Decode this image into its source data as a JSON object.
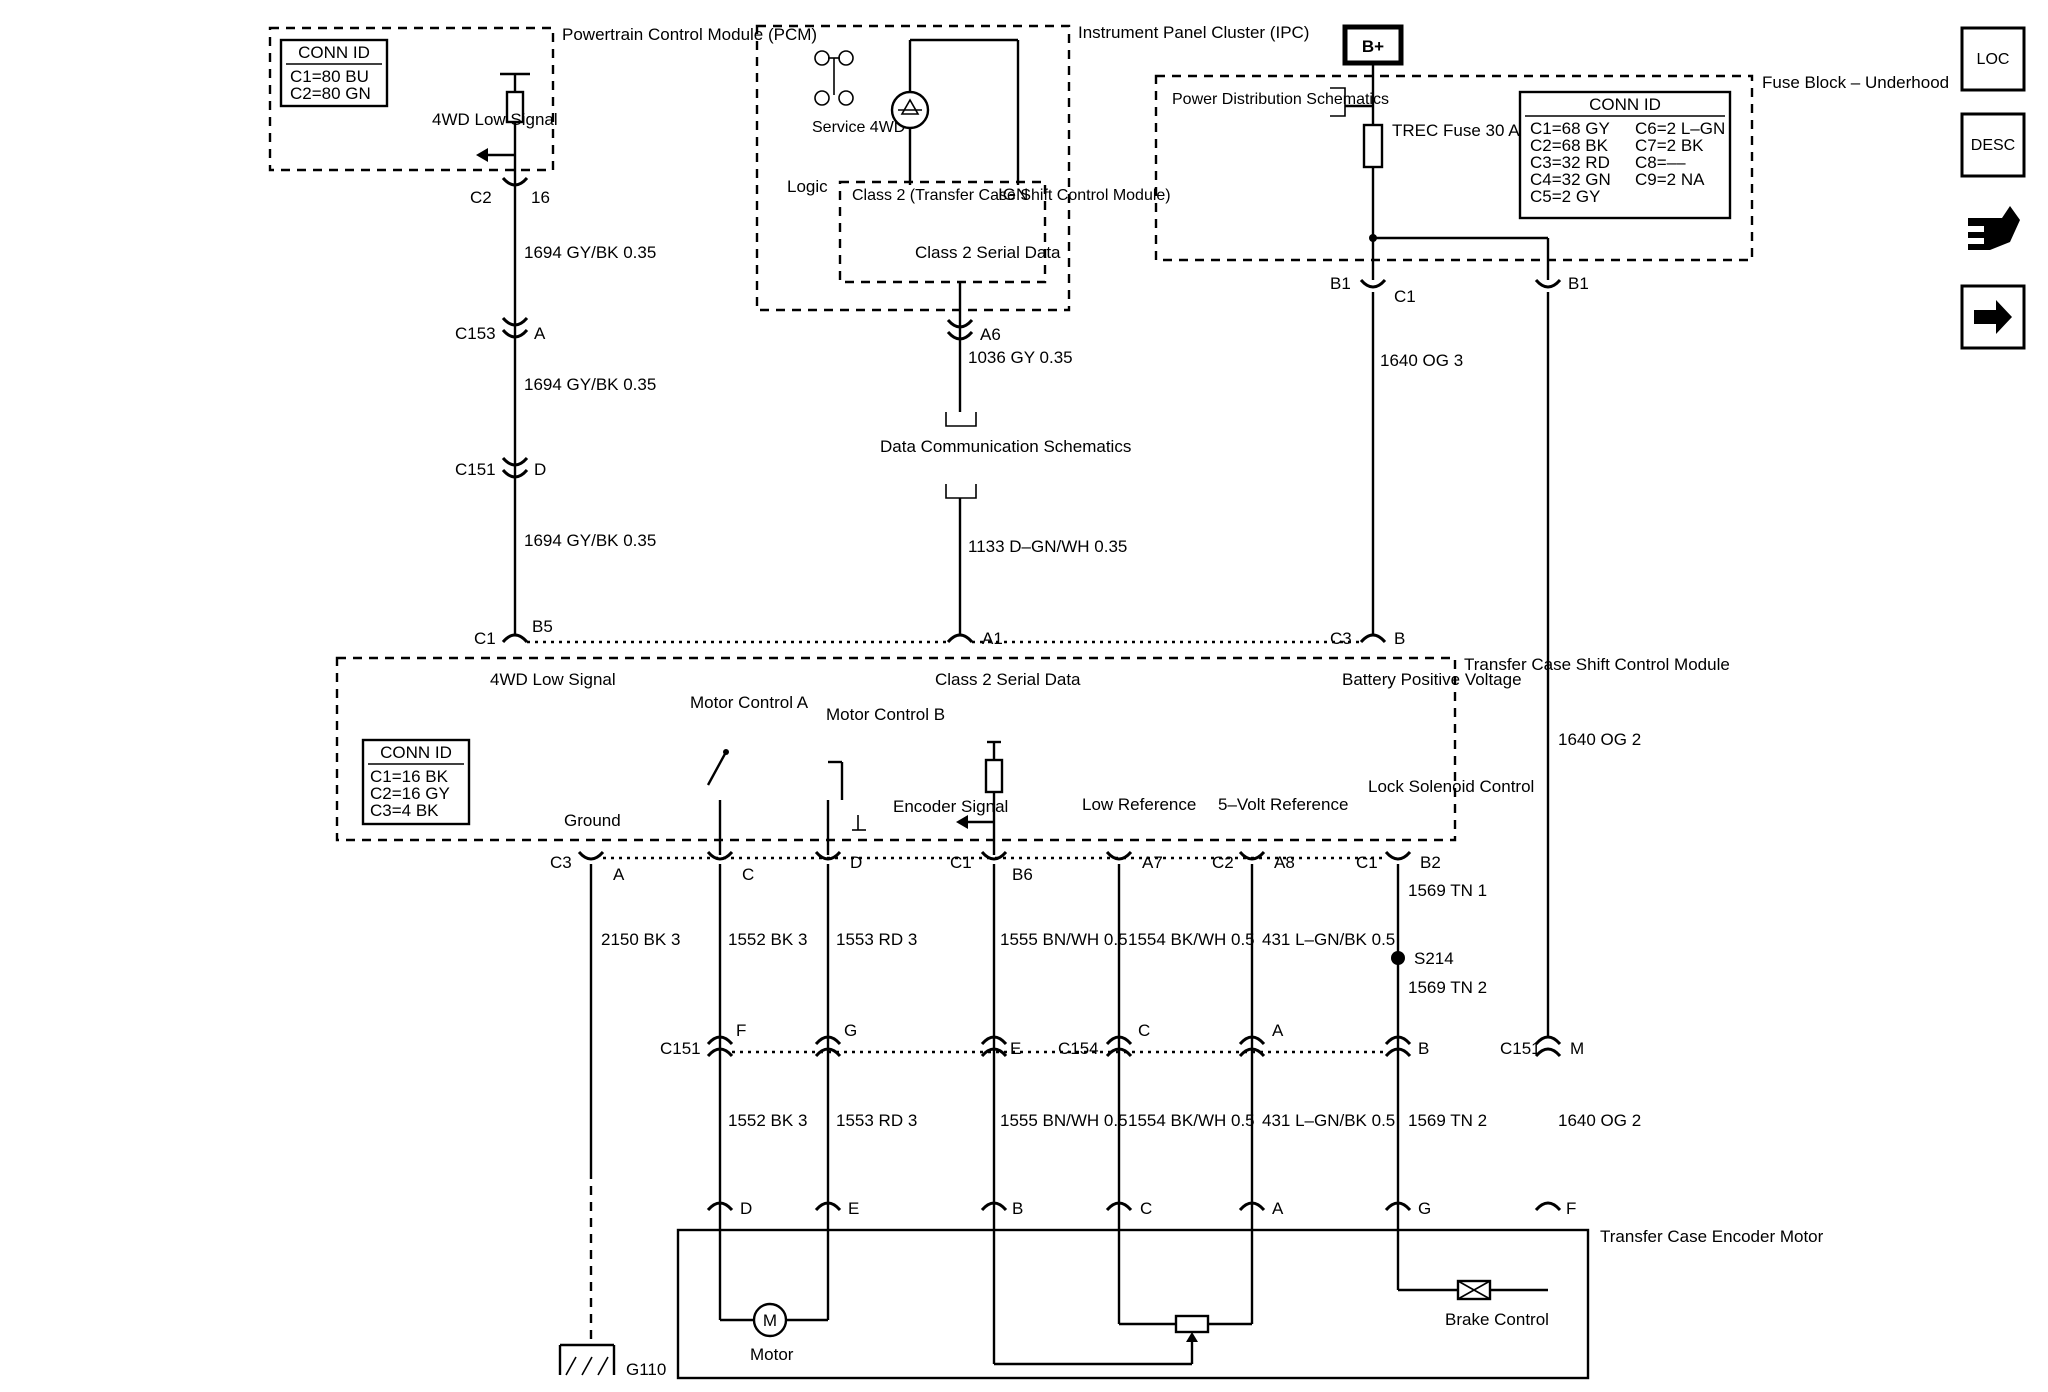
{
  "modules": {
    "pcm": "Powertrain Control Module (PCM)",
    "ipc": "Instrument Panel Cluster (IPC)",
    "fuse_block": "Fuse Block – Underhood",
    "tcscm": "Transfer Case Shift Control Module",
    "encoder_motor": "Transfer Case Encoder Motor"
  },
  "conn_tables": {
    "pcm": {
      "title": "CONN ID",
      "rows": [
        "C1=80 BU",
        "C2=80 GN"
      ]
    },
    "fuse": {
      "title": "CONN ID",
      "rows": [
        "C1=68 GY",
        "C2=68 BK",
        "C3=32 RD",
        "C4=32 GN",
        "C5=2 GY",
        "C6=2 L–GN",
        "C7=2 BK",
        "C8=––",
        "C9=2 NA"
      ]
    },
    "tcscm": {
      "title": "CONN ID",
      "rows": [
        "C1=16 BK",
        "C2=16 GY",
        "C3=4 BK"
      ]
    }
  },
  "labels": {
    "b_plus": "B+",
    "power_distribution": "Power Distribution Schematics",
    "fuse": "TREC Fuse 30 A",
    "service_4wd": "Service 4WD",
    "logic": "Logic",
    "ipc_class2": "Class 2 (Transfer Case Shift Control Module)",
    "ign": "IGN",
    "class2_serial": "Class 2 Serial Data",
    "data_comm": "Data Communication Schematics",
    "pcm_signal": "4WD Low Signal",
    "tcscm_4wd": "4WD Low Signal",
    "tcscm_class2": "Class 2 Serial Data",
    "tcscm_batt": "Battery Positive Voltage",
    "motor_a": "Motor Control A",
    "motor_b": "Motor Control B",
    "encoder_signal": "Encoder Signal",
    "low_ref": "Low Reference",
    "five_volt": "5–Volt Reference",
    "lock_solenoid": "Lock Solenoid Control",
    "ground": "Ground",
    "splice": "S214",
    "ground_point": "G110",
    "motor": "Motor",
    "motor_symbol": "M",
    "brake_control": "Brake Control"
  },
  "connectors": [
    "C2",
    "16",
    "C153",
    "A",
    "C151",
    "D",
    "C1",
    "B5",
    "A6",
    "A1",
    "B1",
    "C1",
    "C3",
    "B",
    "C3",
    "A",
    "C",
    "D",
    "C1",
    "B6",
    "A7",
    "C2",
    "A8",
    "C1",
    "B2",
    "C151",
    "F",
    "G",
    "E",
    "C154",
    "C",
    "A",
    "B",
    "C151",
    "M",
    "D",
    "E",
    "B",
    "C",
    "A",
    "G",
    "F"
  ],
  "wires": {
    "pcm_1": "1694 GY/BK 0.35",
    "pcm_2": "1694 GY/BK 0.35",
    "pcm_3": "1694 GY/BK 0.35",
    "ipc_1": "1036 GY 0.35",
    "ipc_2": "1133 D–GN/WH 0.35",
    "fuse_out": "1640 OG 3",
    "og_right": "1640 OG 2",
    "og_bottom": "1640 OG 2",
    "ground": "2150 BK 3",
    "bk_top": "1552 BK 3",
    "rd_top": "1553 RD 3",
    "bnwh_top": "1555 BN/WH 0.5",
    "bkwh_top": "1554 BK/WH 0.5",
    "lgn_top": "431 L–GN/BK 0.5",
    "tn_1": "1569 TN 1",
    "tn_2": "1569 TN 2",
    "bk_bot": "1552 BK 3",
    "rd_bot": "1553 RD 3",
    "bnwh_bot": "1555 BN/WH 0.5",
    "bkwh_bot": "1554 BK/WH 0.5",
    "lgn_bot": "431 L–GN/BK 0.5",
    "tn_bot": "1569 TN 2"
  },
  "nav": {
    "loc": "LOC",
    "desc": "DESC"
  }
}
